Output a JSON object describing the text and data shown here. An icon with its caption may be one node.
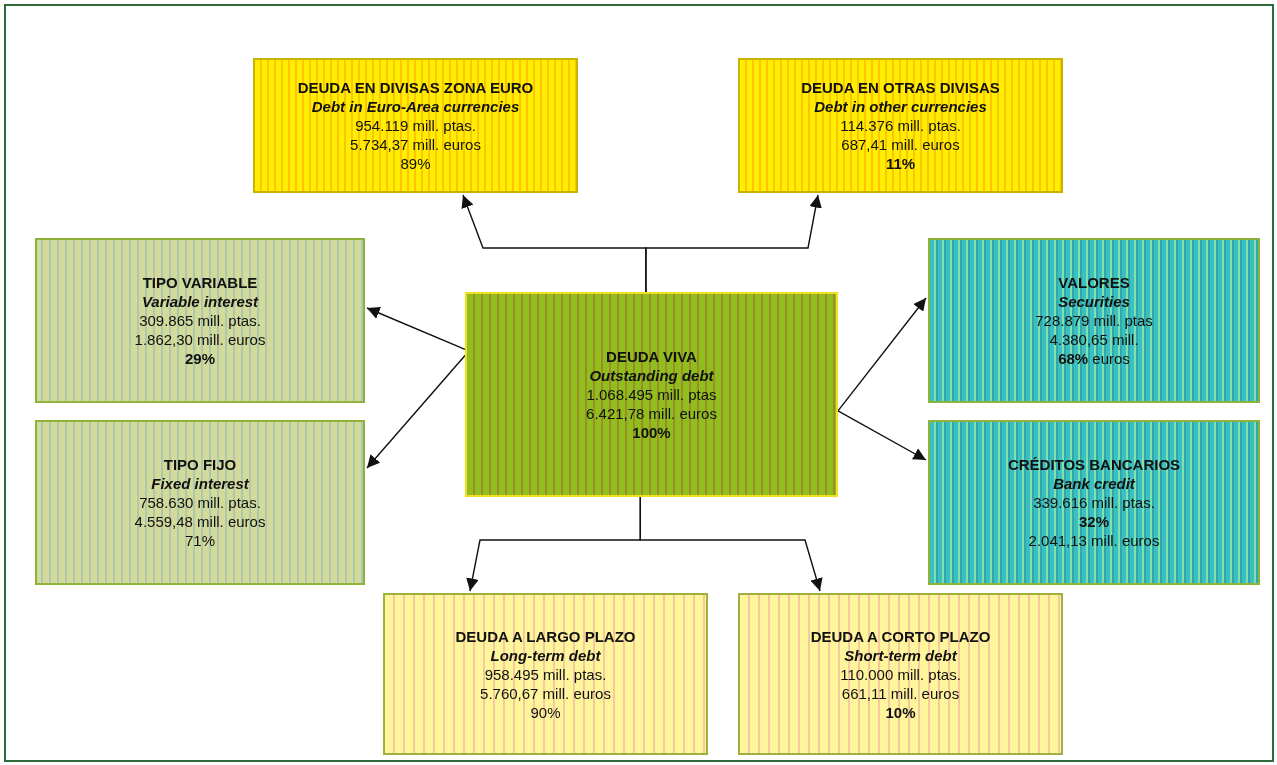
{
  "diagram": {
    "nodes": [
      {
        "text": [
          "DEUDA EN DIVISAS ZONA EURO",
          "Debt in Euro-Area currencies",
          "954.119 mill. ptas.",
          "5.734,37 mill. euros",
          "89%"
        ]
      },
      {
        "text": [
          "DEUDA EN OTRAS DIVISAS",
          "Debt in other currencies",
          "114.376 mill. ptas.",
          "687,41 mill. euros",
          "11%"
        ]
      },
      {
        "text": [
          "TIPO VARIABLE",
          "Variable interest",
          "309.865 mill. ptas.",
          "1.862,30 mill. euros",
          "29%"
        ]
      },
      {
        "text": [
          "DEUDA VIVA",
          "Outstanding debt",
          "1.068.495 mill. ptas",
          "6.421,78 mill. euros",
          "100%"
        ]
      },
      {
        "text": [
          "VALORES",
          "Securities",
          "728.879 mill. ptas",
          "4.380,65 mill.",
          "**68%** euros"
        ]
      },
      {
        "text": [
          "TIPO FIJO",
          "Fixed interest",
          "758.630 mill. ptas.",
          "4.559,48 mill. euros",
          "71%"
        ]
      },
      {
        "text": [
          "CRÉDITOS BANCARIOS",
          "Bank credit",
          "339.616 mill. ptas.",
          "32%",
          "2.041,13 mill. euros"
        ]
      },
      {
        "text": [
          "DEUDA A LARGO PLAZO",
          "Long-term debt",
          "958.495 mill. ptas.",
          "5.760,67 mill. euros",
          "90%"
        ]
      },
      {
        "text": [
          "DEUDA A CORTO PLAZO",
          "Short-term debt",
          "110.000 mill. ptas.",
          "661,11 mill. euros",
          "10%"
        ]
      }
    ],
    "edges": [
      {
        "from": 3,
        "to": 0,
        "arrow": "to"
      },
      {
        "from": 3,
        "to": 1,
        "arrow": "to"
      },
      {
        "from": 3,
        "to": 2,
        "arrow": "to"
      },
      {
        "from": 3,
        "to": 5,
        "arrow": "to"
      },
      {
        "from": 3,
        "to": 4,
        "arrow": "to"
      },
      {
        "from": 3,
        "to": 6,
        "arrow": "to"
      },
      {
        "from": 3,
        "to": 7,
        "arrow": "to"
      },
      {
        "from": 3,
        "to": 8,
        "arrow": "to"
      }
    ]
  }
}
